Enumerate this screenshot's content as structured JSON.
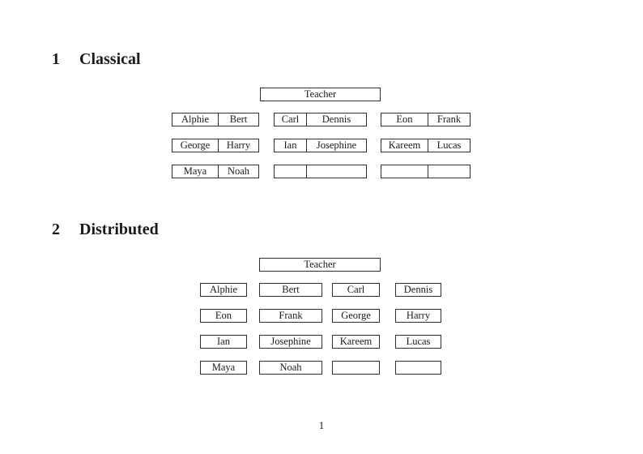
{
  "page": {
    "number": "1"
  },
  "colors": {
    "background": "#ffffff",
    "text": "#1b1b1b",
    "border": "#2e2e2e"
  },
  "sections": [
    {
      "number": "1",
      "title": "Classical",
      "teacher_label": "Teacher",
      "desks": [
        [
          [
            "Alphie",
            "Bert"
          ],
          [
            "Carl",
            "Dennis"
          ],
          [
            "Eon",
            "Frank"
          ]
        ],
        [
          [
            "George",
            "Harry"
          ],
          [
            "Ian",
            "Josephine"
          ],
          [
            "Kareem",
            "Lucas"
          ]
        ],
        [
          [
            "Maya",
            "Noah"
          ],
          [
            "",
            ""
          ],
          [
            "",
            ""
          ]
        ]
      ]
    },
    {
      "number": "2",
      "title": "Distributed",
      "teacher_label": "Teacher",
      "rows": [
        [
          "Alphie",
          "Bert",
          "Carl",
          "Dennis"
        ],
        [
          "Eon",
          "Frank",
          "George",
          "Harry"
        ],
        [
          "Ian",
          "Josephine",
          "Kareem",
          "Lucas"
        ],
        [
          "Maya",
          "Noah",
          "",
          ""
        ]
      ]
    }
  ]
}
